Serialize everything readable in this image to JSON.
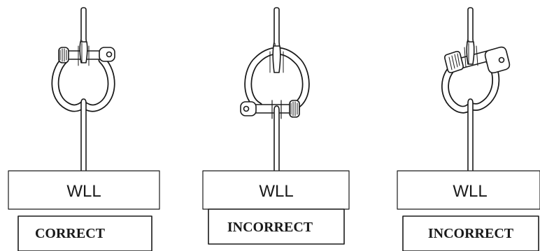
{
  "panels": [
    {
      "id": "correct",
      "weight_label": "WLL",
      "verdict": "CORRECT"
    },
    {
      "id": "pin-down",
      "weight_label": "WLL",
      "verdict": "INCORRECT"
    },
    {
      "id": "side-loaded",
      "weight_label": "WLL",
      "verdict": "INCORRECT"
    }
  ],
  "colors": {
    "stroke": "#1a1a1a",
    "fill": "#ffffff",
    "shade": "#cfcfcf"
  },
  "icons": [
    "crane-hook-icon",
    "bow-shackle-icon",
    "sling-icon",
    "load-block-icon"
  ]
}
